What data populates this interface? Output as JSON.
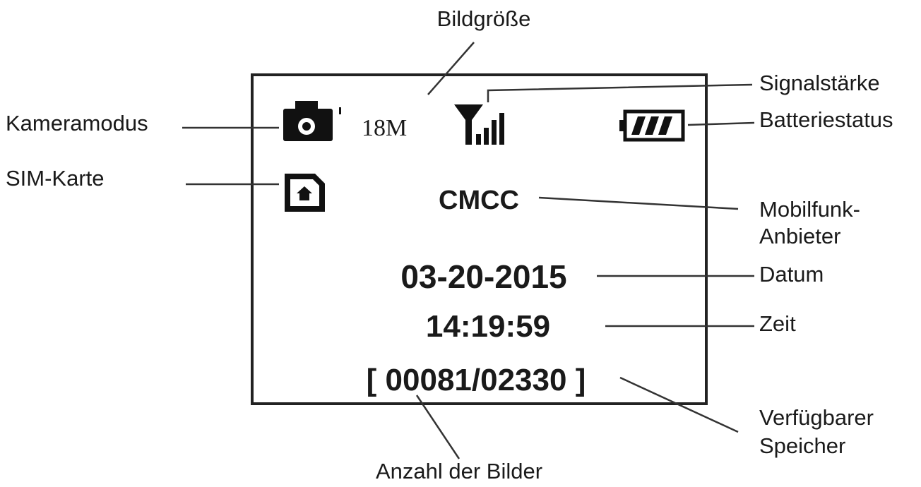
{
  "screen": {
    "resolution": "18M",
    "carrier": "CMCC",
    "date": "03-20-2015",
    "time": "14:19:59",
    "counter": "[ 00081/02330 ]"
  },
  "labels": {
    "bildgroesse": "Bildgröße",
    "signalstaerke": "Signalstärke",
    "kameramodus": "Kameramodus",
    "batteriestatus": "Batteriestatus",
    "sim_karte": "SIM-Karte",
    "mobilfunk_line1": "Mobilfunk-",
    "mobilfunk_line2": "Anbieter",
    "datum": "Datum",
    "zeit": "Zeit",
    "speicher_line1": "Verfügbarer",
    "speicher_line2": "Speicher",
    "anzahl": "Anzahl der Bilder"
  },
  "icons": {
    "camera": "camera-icon",
    "signal": "signal-strength-icon",
    "battery": "battery-icon",
    "sim": "sim-card-icon"
  },
  "colors": {
    "ink": "#1a1a1a",
    "background": "#ffffff"
  }
}
